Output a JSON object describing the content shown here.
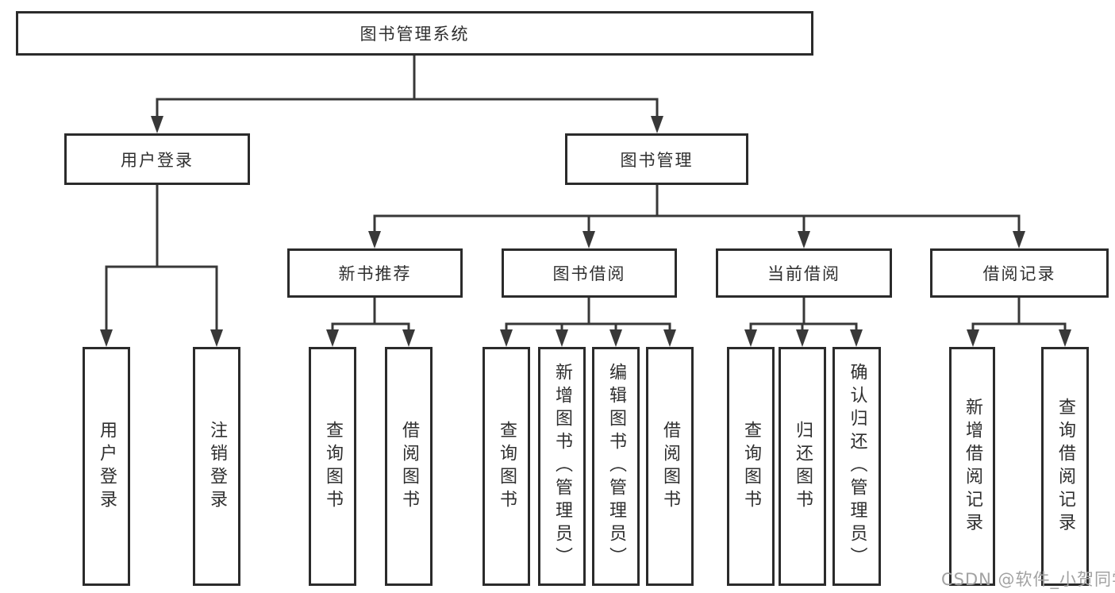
{
  "watermark": {
    "text": "CSDN @软件_小贺同学"
  },
  "colors": {
    "line": "#383838",
    "box_border": "#2b2b2b",
    "text": "#2f2f2f",
    "background": "#ffffff",
    "watermark": "#a2a2a2"
  },
  "tree": {
    "label": "图书管理系统",
    "children": [
      {
        "label": "用户登录",
        "children": [
          {
            "label": "用户登录"
          },
          {
            "label": "注销登录"
          }
        ]
      },
      {
        "label": "图书管理",
        "children": [
          {
            "label": "新书推荐",
            "children": [
              {
                "label": "查询图书"
              },
              {
                "label": "借阅图书"
              }
            ]
          },
          {
            "label": "图书借阅",
            "children": [
              {
                "label": "查询图书"
              },
              {
                "label": "新增图书（管理员）"
              },
              {
                "label": "编辑图书（管理员）"
              },
              {
                "label": "借阅图书"
              }
            ]
          },
          {
            "label": "当前借阅",
            "children": [
              {
                "label": "查询图书"
              },
              {
                "label": "归还图书"
              },
              {
                "label": "确认归还（管理员）"
              }
            ]
          },
          {
            "label": "借阅记录",
            "children": [
              {
                "label": "新增借阅记录"
              },
              {
                "label": "查询借阅记录"
              }
            ]
          }
        ]
      }
    ]
  }
}
